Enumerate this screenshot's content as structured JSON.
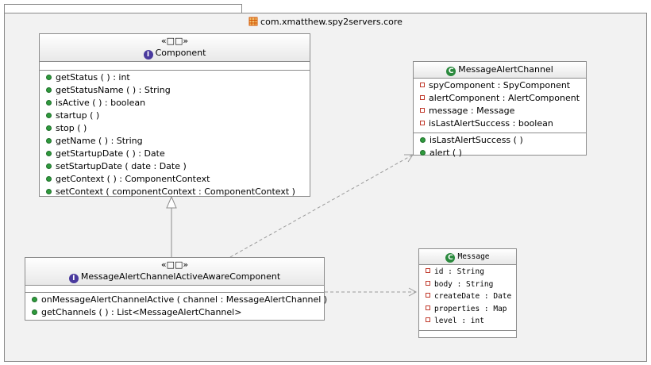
{
  "package": {
    "name": "com.xmatthew.spy2servers.core"
  },
  "classes": {
    "component": {
      "stereotype": "«□□»",
      "kind_icon": "I",
      "name": "Component",
      "methods": [
        "getStatus ( ) : int",
        "getStatusName ( ) : String",
        "isActive ( ) : boolean",
        "startup ( )",
        "stop ( )",
        "getName ( ) : String",
        "getStartupDate ( ) : Date",
        "setStartupDate ( date : Date )",
        "getContext ( ) : ComponentContext",
        "setContext ( componentContext : ComponentContext )"
      ]
    },
    "message_alert_channel": {
      "kind_icon": "C",
      "name": "MessageAlertChannel",
      "fields": [
        "spyComponent : SpyComponent",
        "alertComponent : AlertComponent",
        "message : Message",
        "isLastAlertSuccess : boolean"
      ],
      "methods": [
        "isLastAlertSuccess ( )",
        "alert ( )"
      ]
    },
    "aware_component": {
      "stereotype": "«□□»",
      "kind_icon": "I",
      "name": "MessageAlertChannelActiveAwareComponent",
      "methods": [
        "onMessageAlertChannelActive ( channel : MessageAlertChannel )",
        "getChannels ( ) : List<MessageAlertChannel>"
      ]
    },
    "message": {
      "kind_icon": "C",
      "name": "Message",
      "fields": [
        "id : String",
        "body : String",
        "createDate : Date",
        "properties : Map",
        "level : int"
      ]
    }
  },
  "colors": {
    "method_dot": "#2e9a3c",
    "field_square": "#c0392b",
    "interface_icon": "#4a3a9e",
    "class_icon": "#2b8a3e",
    "package_icon": "#d35400"
  }
}
